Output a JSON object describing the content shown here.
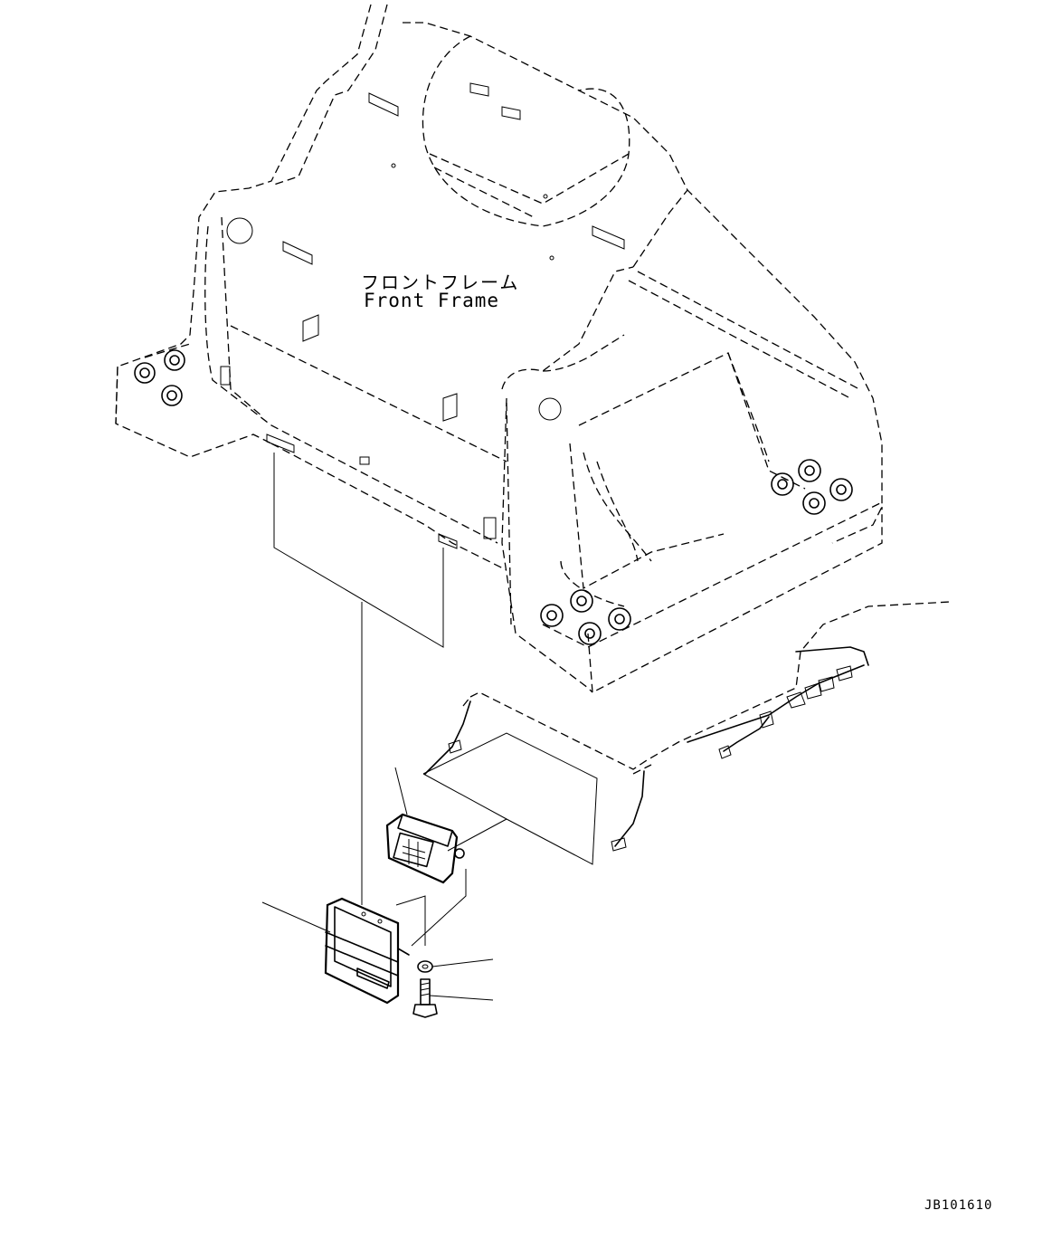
{
  "frame_label": {
    "japanese": "フロントフレーム",
    "english": "Front Frame"
  },
  "drawing_code": "JB101610",
  "parts": [
    {
      "name": "work-lamp",
      "leader": true
    },
    {
      "name": "lamp-guard",
      "leader": true
    },
    {
      "name": "washer",
      "leader": true
    },
    {
      "name": "bolt",
      "leader": true
    },
    {
      "name": "wiring-harness",
      "leader": false
    }
  ],
  "colors": {
    "line": "#000000",
    "background": "#ffffff"
  }
}
